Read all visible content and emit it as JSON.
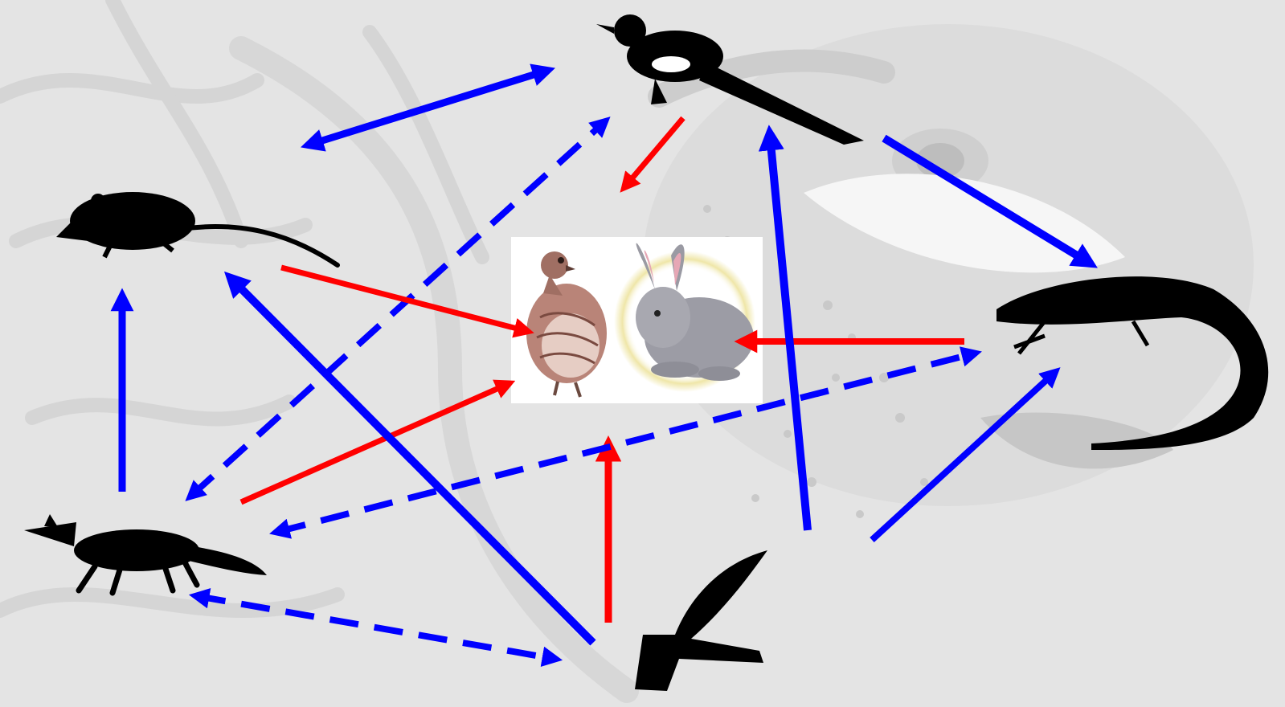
{
  "diagram": {
    "type": "food-web",
    "colors": {
      "red": "#ff0000",
      "blue": "#0000ff",
      "background": "#e3e3e3",
      "silhouette": "#000000"
    },
    "nodes": [
      {
        "id": "magpie",
        "icon": "magpie-silhouette-icon",
        "label": "magpie"
      },
      {
        "id": "rat",
        "icon": "rat-silhouette-icon",
        "label": "rat"
      },
      {
        "id": "fox",
        "icon": "fox-silhouette-icon",
        "label": "fox"
      },
      {
        "id": "hawk",
        "icon": "hawk-silhouette-icon",
        "label": "hawk"
      },
      {
        "id": "lizard",
        "icon": "lizard-silhouette-icon",
        "label": "lizard"
      },
      {
        "id": "partridge",
        "icon": "partridge-icon",
        "label": "partridge"
      },
      {
        "id": "rabbit",
        "icon": "rabbit-icon",
        "label": "rabbit"
      }
    ],
    "arrows": [
      {
        "from": "magpie",
        "to": "partridge",
        "color": "red",
        "style": "solid"
      },
      {
        "from": "rat",
        "to": "partridge",
        "color": "red",
        "style": "solid"
      },
      {
        "from": "fox",
        "to": "partridge",
        "color": "red",
        "style": "solid"
      },
      {
        "from": "hawk",
        "to": "partridge",
        "color": "red",
        "style": "solid"
      },
      {
        "from": "lizard",
        "to": "rabbit",
        "color": "red",
        "style": "solid"
      },
      {
        "from": "rat",
        "to": "magpie",
        "color": "blue",
        "style": "solid",
        "bidirectional": true
      },
      {
        "from": "magpie",
        "to": "lizard",
        "color": "blue",
        "style": "solid"
      },
      {
        "from": "fox",
        "to": "rat",
        "color": "blue",
        "style": "solid"
      },
      {
        "from": "hawk",
        "to": "rat",
        "color": "blue",
        "style": "solid"
      },
      {
        "from": "hawk",
        "to": "magpie",
        "color": "blue",
        "style": "solid"
      },
      {
        "from": "hawk",
        "to": "lizard",
        "color": "blue",
        "style": "solid"
      },
      {
        "from": "fox",
        "to": "magpie",
        "color": "blue",
        "style": "dashed",
        "bidirectional": true
      },
      {
        "from": "fox",
        "to": "lizard",
        "color": "blue",
        "style": "dashed",
        "bidirectional": true
      },
      {
        "from": "fox",
        "to": "hawk",
        "color": "blue",
        "style": "dashed",
        "bidirectional": true
      }
    ]
  }
}
